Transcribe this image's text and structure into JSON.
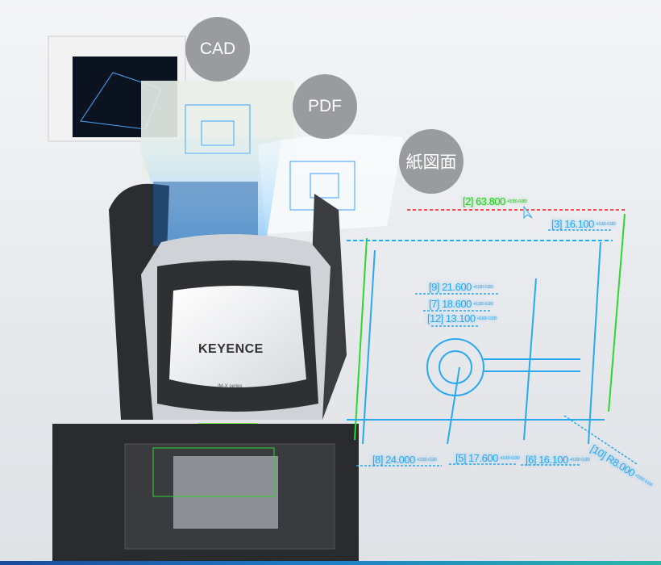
{
  "bubbles": {
    "cad": "CAD",
    "pdf": "PDF",
    "paper": "紙図面"
  },
  "device": {
    "brand": "KEYENCE",
    "model": "IM-X series"
  },
  "dimensions": {
    "d2": {
      "label": "[2] 63.800",
      "tol": "+0.050 -0.050"
    },
    "d3": {
      "label": "[3] 16.100",
      "tol": "+0.100 -0.100"
    },
    "d9": {
      "label": "[9] 21.600",
      "tol": "+0.100 -0.100"
    },
    "d7": {
      "label": "[7] 18.600",
      "tol": "+0.100 -0.100"
    },
    "d12": {
      "label": "[12] 13.100",
      "tol": "+0.100 -0.100"
    },
    "d8": {
      "label": "[8] 24.000",
      "tol": "+0.100 -0.100"
    },
    "d5": {
      "label": "[5] 17.600",
      "tol": "+0.100 -0.100"
    },
    "d6": {
      "label": "[6] 16.100",
      "tol": "+0.100 -0.100"
    },
    "d10": {
      "label": "[10] R8.000",
      "tol": "+0.100 -0.100"
    }
  },
  "colors": {
    "dimension_blue": "#2aa8f0",
    "highlight_green": "#1fd01f",
    "measure_red": "#ff4a4a",
    "bubble": "#9a9b9e"
  }
}
